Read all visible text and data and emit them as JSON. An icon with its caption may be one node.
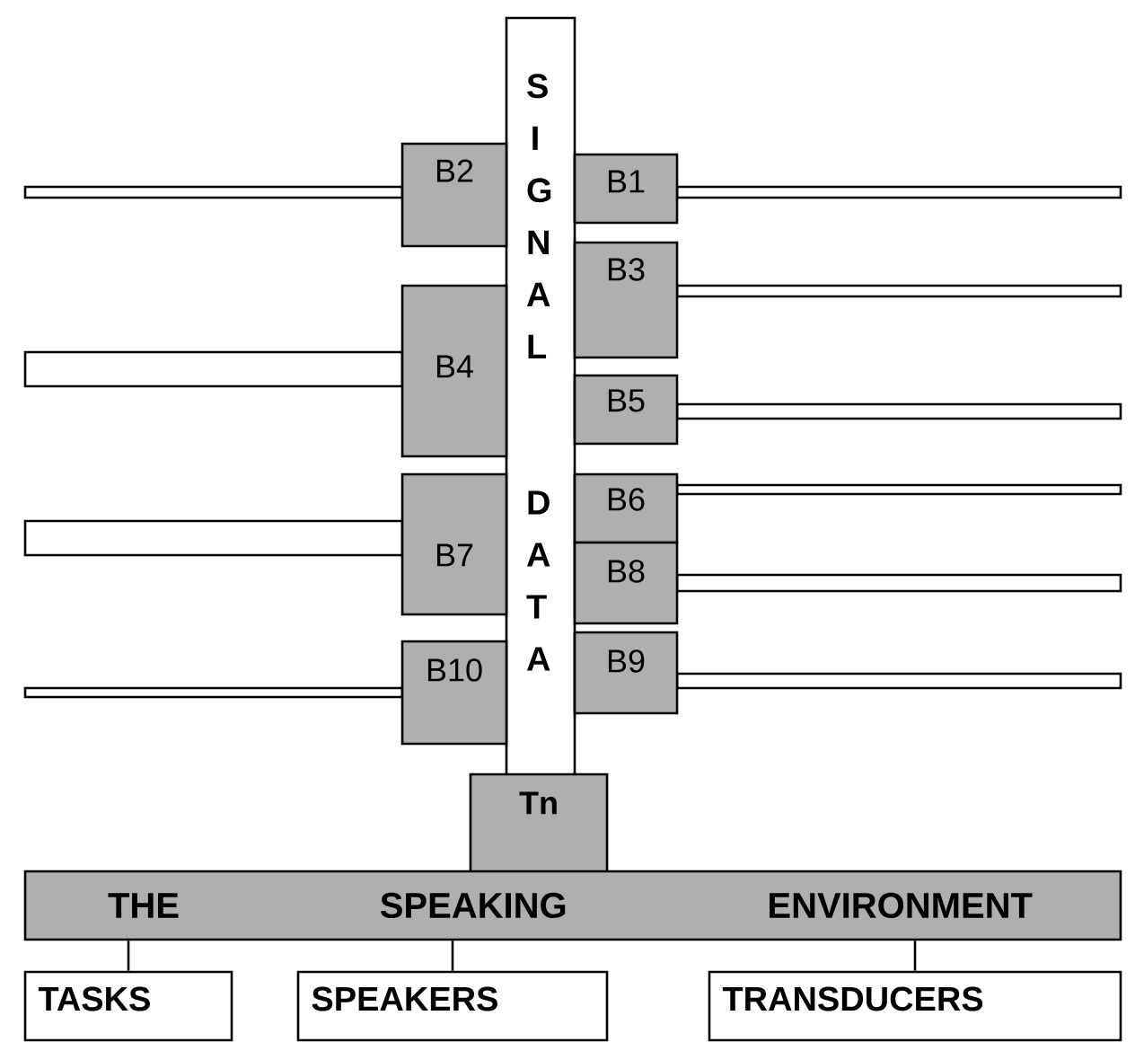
{
  "diagram": {
    "nodes": [
      {
        "text": [
          "SIGNAL",
          "DATA"
        ]
      },
      {
        "text": [
          "B1"
        ]
      },
      {
        "text": [
          "B2"
        ]
      },
      {
        "text": [
          "B3"
        ]
      },
      {
        "text": [
          "B4"
        ]
      },
      {
        "text": [
          "B5"
        ]
      },
      {
        "text": [
          "B6"
        ]
      },
      {
        "text": [
          "B7"
        ]
      },
      {
        "text": [
          "B8"
        ]
      },
      {
        "text": [
          "B9"
        ]
      },
      {
        "text": [
          "B10"
        ]
      },
      {
        "text": [
          "Tn"
        ]
      },
      {
        "text": [
          "THE SPEAKING ENVIRONMENT"
        ]
      },
      {
        "text": [
          "TASKS"
        ]
      },
      {
        "text": [
          "SPEAKERS"
        ]
      },
      {
        "text": [
          "TRANSDUCERS"
        ]
      },
      {
        "text": [],
        "shape": "bar"
      },
      {
        "text": [],
        "shape": "bar"
      },
      {
        "text": [],
        "shape": "bar"
      },
      {
        "text": [],
        "shape": "bar"
      },
      {
        "text": [],
        "shape": "bar"
      },
      {
        "text": [],
        "shape": "bar"
      },
      {
        "text": [],
        "shape": "bar"
      },
      {
        "text": [],
        "shape": "bar"
      },
      {
        "text": [],
        "shape": "bar"
      },
      {
        "text": [],
        "shape": "bar"
      }
    ],
    "edges": [
      {
        "from": 12,
        "to": 13,
        "arrow": "none"
      },
      {
        "from": 12,
        "to": 14,
        "arrow": "none"
      },
      {
        "from": 12,
        "to": 15,
        "arrow": "none"
      }
    ]
  }
}
